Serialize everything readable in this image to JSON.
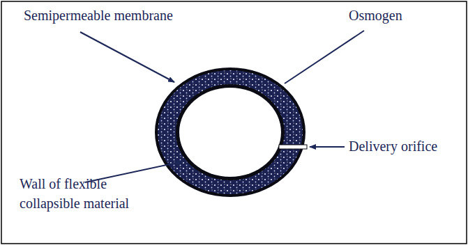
{
  "diagram": {
    "labels": [
      "Semipermeable membrane",
      "Osmogen",
      "Delivery orifice",
      "Wall of flexible collapsible material"
    ]
  }
}
